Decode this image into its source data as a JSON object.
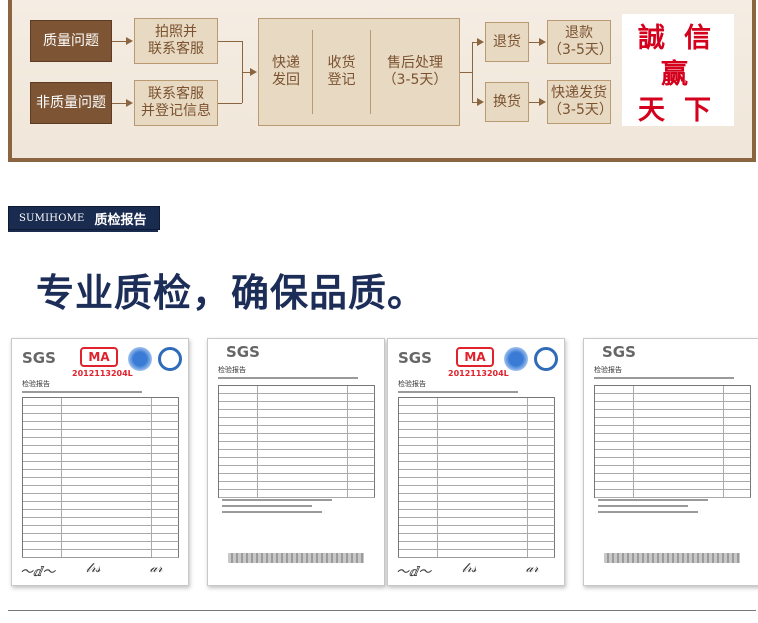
{
  "process": {
    "quality_issue": "质量问题",
    "non_quality_issue": "非质量问题",
    "step_photo_line1": "拍照并",
    "step_photo_line2": "联系客服",
    "step_contact_line1": "联系客服",
    "step_contact_line2": "并登记信息",
    "step_express_line1": "快递",
    "step_express_line2": "发回",
    "step_receive_line1": "收货",
    "step_receive_line2": "登记",
    "step_after_line1": "售后处理",
    "step_after_line2": "（3-5天）",
    "return_label": "退货",
    "exchange_label": "换货",
    "refund_line1": "退款",
    "refund_line2": "（3-5天）",
    "express_ship_line1": "快递发货",
    "express_ship_line2": "（3-5天）"
  },
  "slogan": {
    "char1": "誠",
    "char2": "信",
    "char3": "赢",
    "char4": "天",
    "char5": "下"
  },
  "section": {
    "brand": "SUMIHOME",
    "label": "质检报告",
    "headline": "专业质检，确保品质。"
  },
  "certificates": [
    {
      "logo": "SGS",
      "cma": "MA",
      "cma_number": "2012113204L",
      "title": "检验报告"
    },
    {
      "logo": "SGS",
      "title": "检验报告"
    },
    {
      "logo": "SGS",
      "cma": "MA",
      "cma_number": "2012113204L",
      "title": "检验报告"
    },
    {
      "logo": "SGS",
      "title": "检验报告"
    }
  ],
  "colors": {
    "panel_bg": "#f0e6d9",
    "panel_border": "#8a6540",
    "dark_box": "#7d5534",
    "light_box": "#e8d9c2",
    "slogan_red": "#d4001c",
    "section_navy": "#1a2b50",
    "headline_navy": "#1c2d58"
  }
}
